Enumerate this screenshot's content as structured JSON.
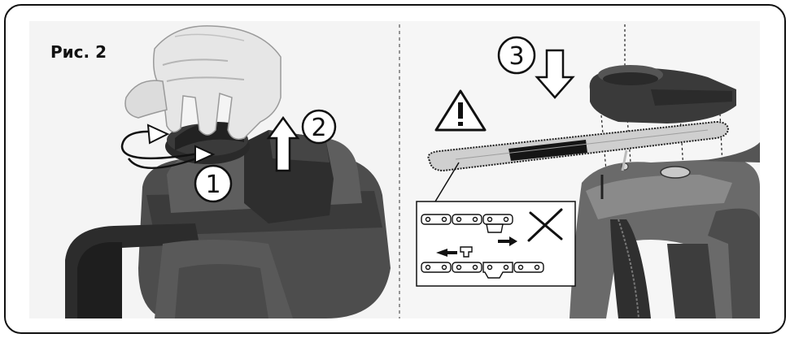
{
  "figure": {
    "label": "Рис. 2"
  },
  "steps": [
    {
      "number": "1"
    },
    {
      "number": "2"
    },
    {
      "number": "3"
    }
  ],
  "icons": {
    "rotate": "rotate-arrow-icon",
    "lift": "up-arrow-icon",
    "lower": "down-arrow-icon",
    "warning": "warning-triangle-icon",
    "wrong": "cross-icon",
    "direction": "left-arrow-icon"
  },
  "colors": {
    "line": "#111111",
    "panel": "#d9d9d9",
    "dark": "#2f2f2f",
    "mid": "#6c6c6c",
    "light": "#a8a8a8"
  }
}
